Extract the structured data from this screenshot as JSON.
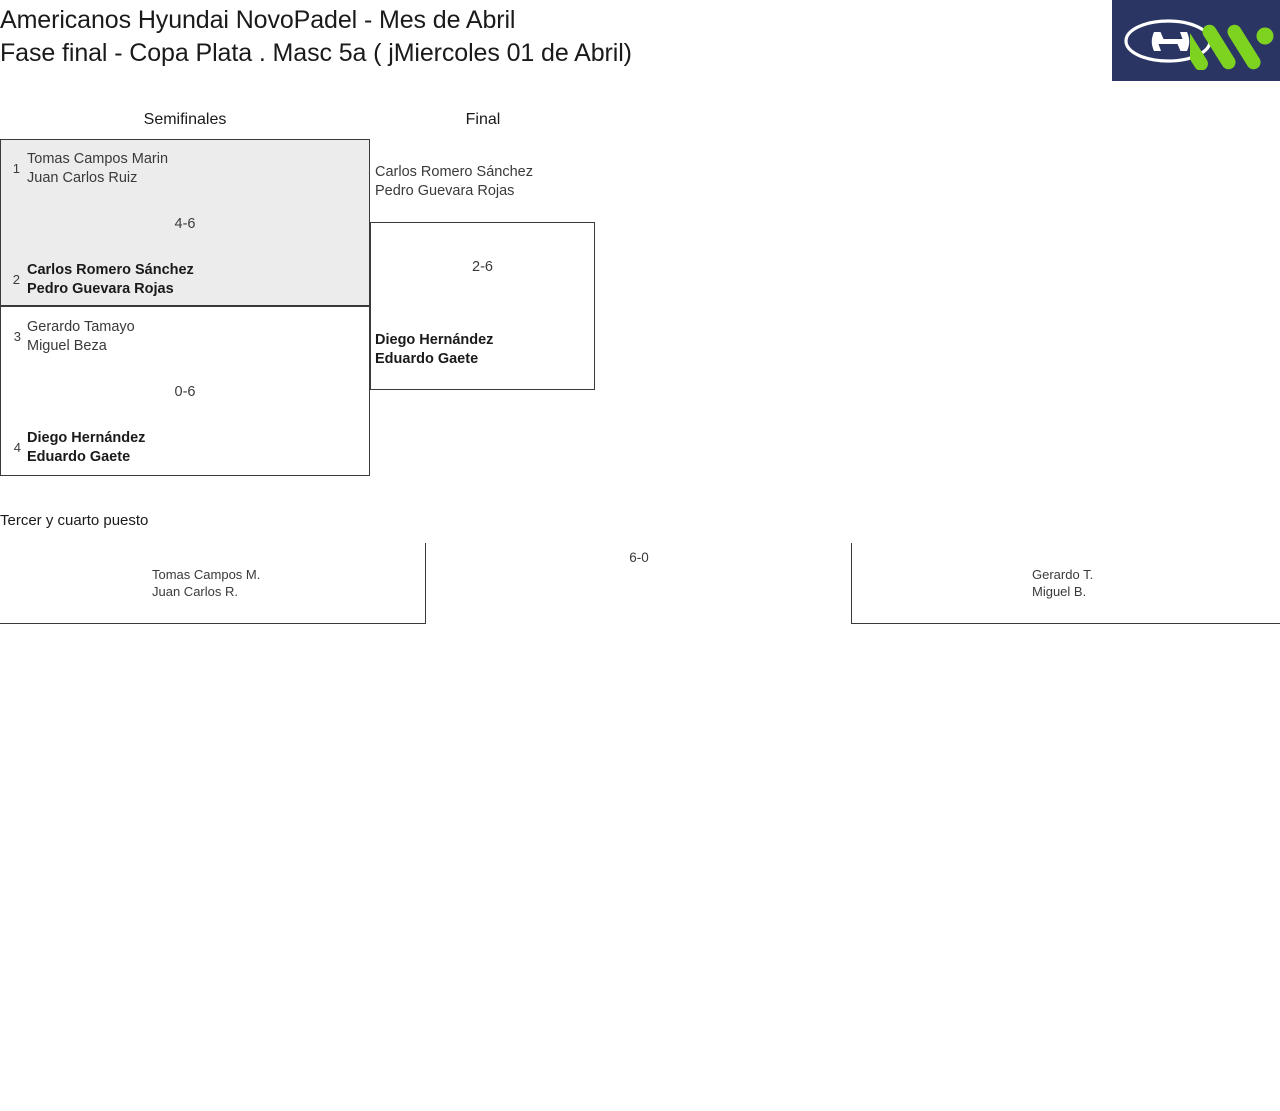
{
  "header": {
    "title_line1": "Americanos Hyundai NovoPadel - Mes de Abril",
    "title_line2": "Fase final - Copa Plata . Masc 5a ( jMiercoles 01 de Abril)",
    "logo": {
      "background_color": "#2b3564",
      "hyundai_icon": "hyundai-logo-icon",
      "novopadel_icon": "novopadel-logo-icon",
      "novopadel_color": "#7ed321"
    }
  },
  "bracket": {
    "rounds": [
      {
        "label": "Semifinales"
      },
      {
        "label": "Final"
      }
    ],
    "semifinals": [
      {
        "highlighted": true,
        "score": "4-6",
        "teams": [
          {
            "seed": "1",
            "player1": "Tomas Campos Marin",
            "player2": "Juan Carlos Ruiz",
            "winner": false
          },
          {
            "seed": "2",
            "player1": "Carlos Romero Sánchez",
            "player2": "Pedro Guevara Rojas",
            "winner": true
          }
        ]
      },
      {
        "highlighted": false,
        "score": "0-6",
        "teams": [
          {
            "seed": "3",
            "player1": "Gerardo Tamayo",
            "player2": "Miguel Beza",
            "winner": false
          },
          {
            "seed": "4",
            "player1": "Diego Hernández",
            "player2": "Eduardo Gaete",
            "winner": true
          }
        ]
      }
    ],
    "final": {
      "score": "2-6",
      "teams": [
        {
          "player1": "Carlos Romero Sánchez",
          "player2": "Pedro Guevara Rojas",
          "winner": false
        },
        {
          "player1": "Diego Hernández",
          "player2": "Eduardo Gaete",
          "winner": true
        }
      ]
    }
  },
  "third_place": {
    "title": "Tercer y cuarto puesto",
    "score": "6-0",
    "teams": [
      {
        "player1": "Tomas Campos M.",
        "player2": "Juan Carlos R."
      },
      {
        "player1": "Gerardo T.",
        "player2": "Miguel B."
      }
    ]
  }
}
